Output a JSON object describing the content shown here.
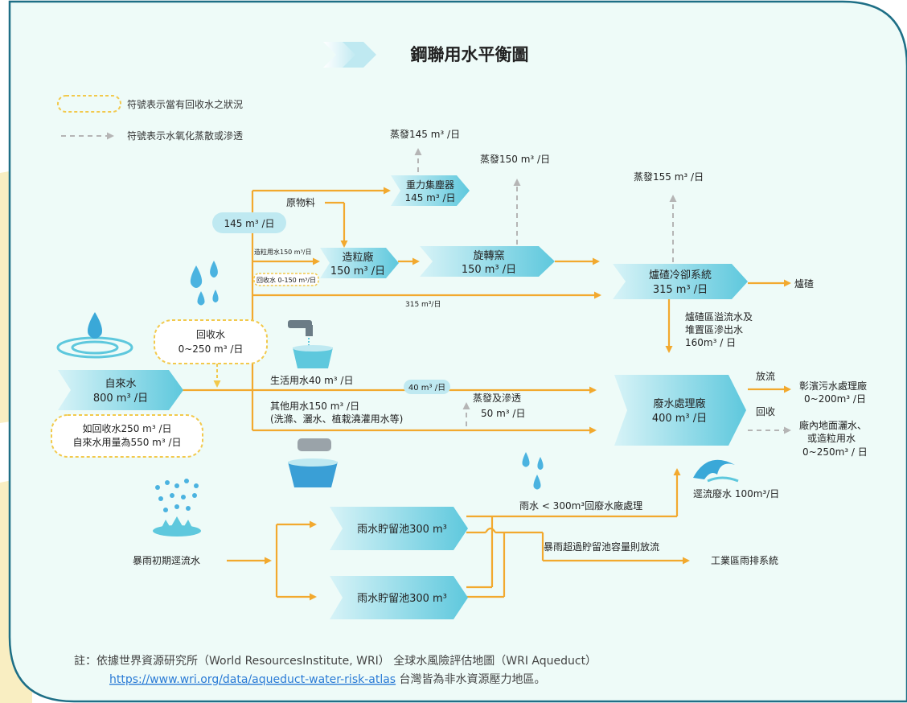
{
  "title": "鋼聯用水平衡圖",
  "legend": {
    "recycled": "符號表示當有回收水之狀況",
    "evaporation": "符號表示水氧化蒸散或滲透"
  },
  "nodes": {
    "tap_water": {
      "name": "自來水",
      "amount": "800 m³ /日"
    },
    "recycle_note": {
      "line1": "如回收水250 m³ /日",
      "line2": "自來水用量為550 m³ /日"
    },
    "recycled_water": {
      "name": "回收水",
      "amount": "0~250 m³ /日"
    },
    "gravity_collector": {
      "name": "重力集塵器",
      "amount": "145 m³ /日"
    },
    "pelletizer": {
      "name": "造粒廠",
      "amount": "150 m³ /日"
    },
    "rotary_kiln": {
      "name": "旋轉窯",
      "amount": "150 m³ /日"
    },
    "slag_cooling": {
      "name": "爐碴冷卻系統",
      "amount": "315 m³ /日"
    },
    "wastewater_plant": {
      "name": "廢水處理廠",
      "amount": "400 m³ /日"
    },
    "rain_pond_1": {
      "name": "雨水貯留池300 m³"
    },
    "rain_pond_2": {
      "name": "雨水貯留池300 m³"
    }
  },
  "labels": {
    "evap_145": "蒸發145 m³ /日",
    "evap_150": "蒸發150 m³ /日",
    "evap_155": "蒸發155 m³ /日",
    "raw_material": "原物料",
    "flow_145": "145 m³ /日",
    "pellet_water": "造粒用水150 m³/日",
    "recycle_0_150": "回收水 0-150 m³/日",
    "flow_315": "315 m³/日",
    "slag": "爐碴",
    "overflow_1": "爐碴區溢流水及",
    "overflow_2": "堆置區滲出水",
    "overflow_3": "160m³ / 日",
    "domestic": "生活用水40 m³ /日",
    "flow_40": "40 m³ /日",
    "other_1": "其他用水150 m³ /日",
    "other_2": "(洗滌、灑水、植栽澆灌用水等)",
    "evap_seep_1": "蒸發及滲透",
    "evap_seep_2": "50 m³ /日",
    "discharge": "放流",
    "recycle": "回收",
    "changbin_1": "彰濱污水處理廠",
    "changbin_2": "0~200m³ /日",
    "reuse_1": "廠內地面灑水、",
    "reuse_2": "或造粒用水",
    "reuse_3": "0~250m³ / 日",
    "runoff": "逕流廢水 100m³/日",
    "rain_lt": "雨水 < 300m³回廢水廠處理",
    "storm_runoff": "暴雨初期逕流水",
    "overflow_discharge": "暴雨超過貯留池容量則放流",
    "industrial_drain": "工業區雨排系統"
  },
  "footnote": {
    "line1": "註：依據世界資源研究所（World ResourcesInstitute, WRI） 全球水風險評估地圖（WRI Aqueduct）",
    "link": "https://www.wri.org/data/aqueduct-water-risk-atlas",
    "line2_suffix": " 台灣皆為非水資源壓力地區。"
  },
  "colors": {
    "arrow": "#f2a92e",
    "box_light": "#cdeff5",
    "box_dark": "#5fc9de",
    "frame": "#1e6f86",
    "bg": "#eefbf8",
    "dashed_yellow": "#f2c94c",
    "gray_dash": "#b5b5b5",
    "link": "#2a7bd6"
  }
}
